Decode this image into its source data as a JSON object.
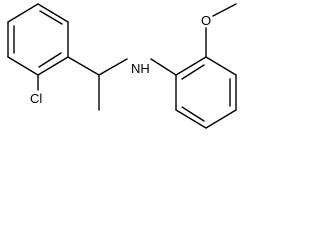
{
  "molecule": {
    "atoms": {
      "amine": "NH",
      "oxygen": "O",
      "chlorine": "Cl"
    }
  }
}
